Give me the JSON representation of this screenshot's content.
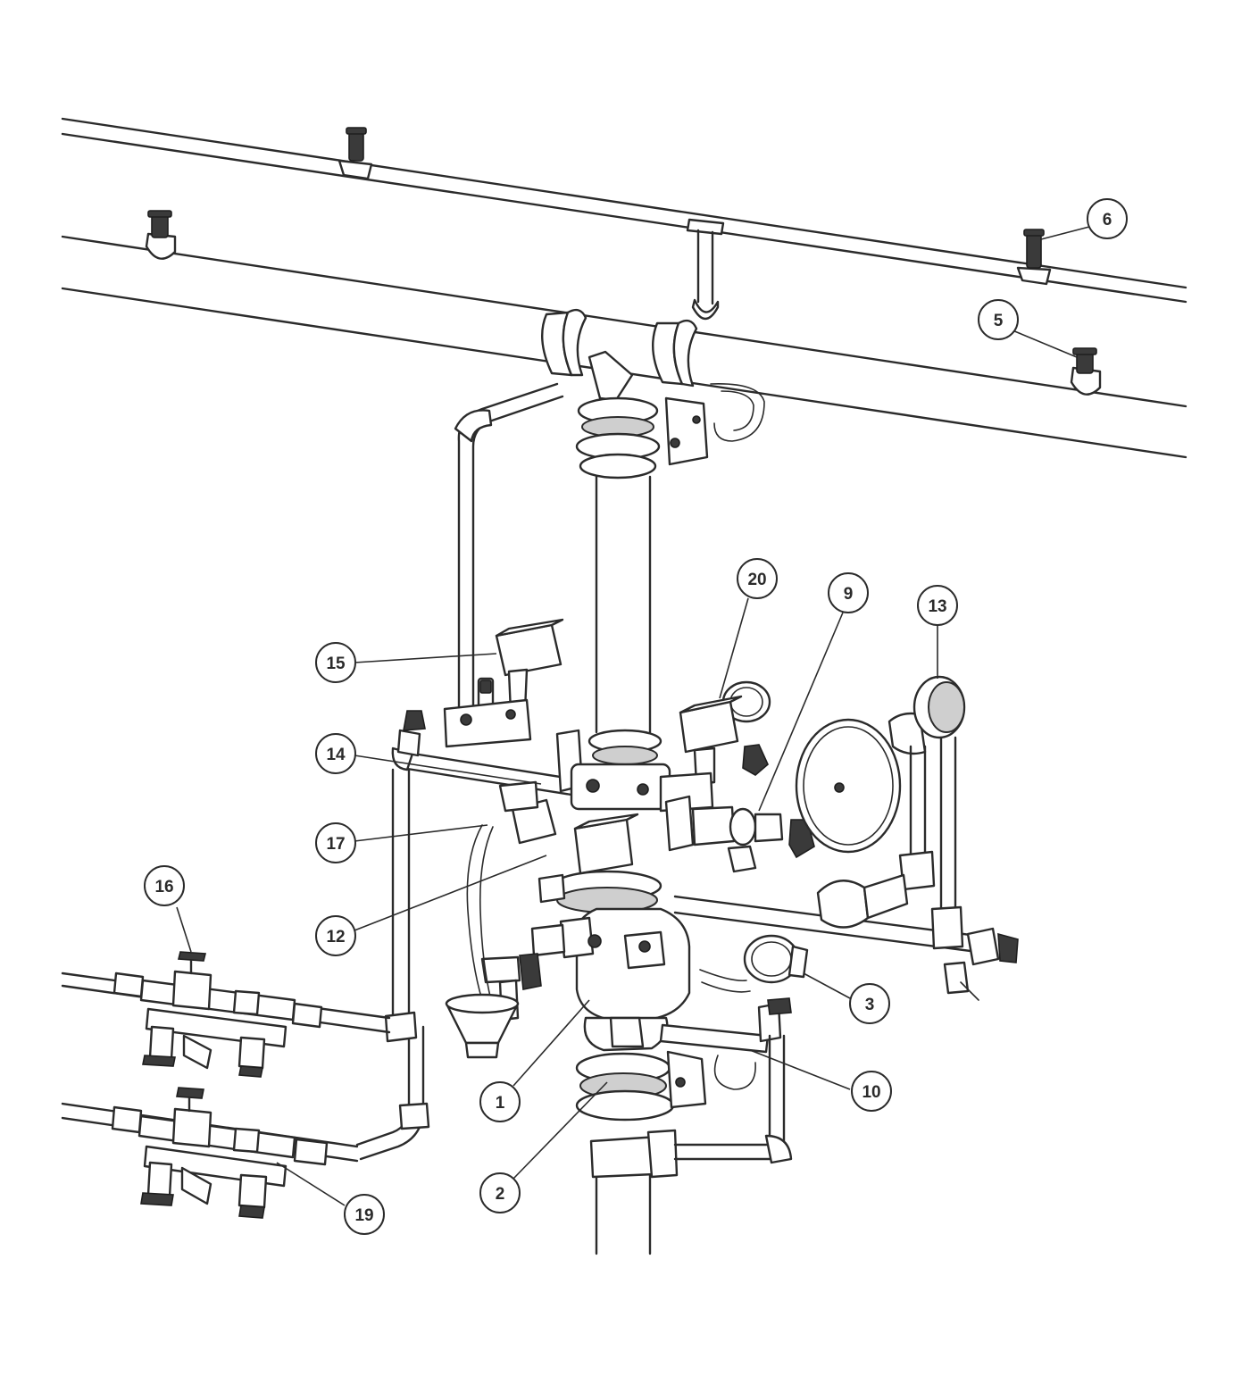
{
  "diagram": {
    "callouts": [
      {
        "id": "6",
        "label": "6"
      },
      {
        "id": "5",
        "label": "5"
      },
      {
        "id": "20",
        "label": "20"
      },
      {
        "id": "9",
        "label": "9"
      },
      {
        "id": "13",
        "label": "13"
      },
      {
        "id": "15",
        "label": "15"
      },
      {
        "id": "14",
        "label": "14"
      },
      {
        "id": "17",
        "label": "17"
      },
      {
        "id": "16",
        "label": "16"
      },
      {
        "id": "12",
        "label": "12"
      },
      {
        "id": "3",
        "label": "3"
      },
      {
        "id": "1",
        "label": "1"
      },
      {
        "id": "10",
        "label": "10"
      },
      {
        "id": "2",
        "label": "2"
      },
      {
        "id": "19",
        "label": "19"
      }
    ]
  }
}
